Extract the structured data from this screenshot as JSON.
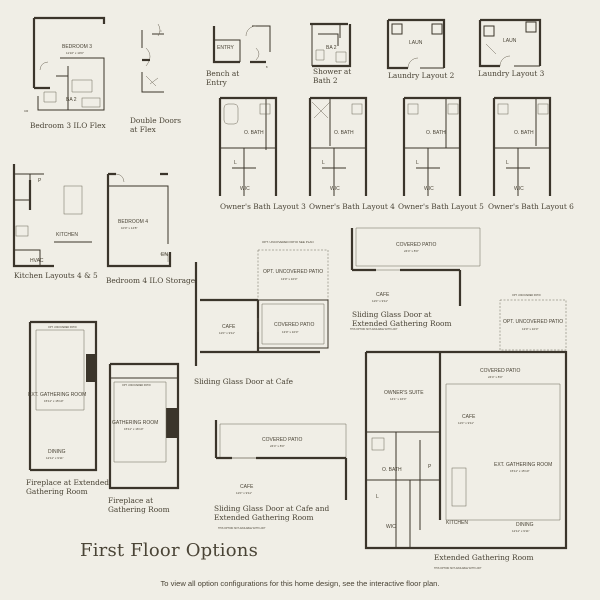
{
  "page": {
    "title": "First Floor Options",
    "footer_note": "To view all option configurations for this home design, see the interactive floor plan."
  },
  "captions": {
    "bedroom3_ilo_flex": "Bedroom 3 ILO Flex",
    "double_doors_flex": "Double Doors\nat Flex",
    "bench_entry": "Bench at\nEntry",
    "shower_bath2": "Shower at\nBath 2",
    "laundry2": "Laundry Layout 2",
    "laundry3": "Laundry Layout 3",
    "owners_bath3": "Owner's Bath Layout 3",
    "owners_bath4": "Owner's Bath Layout 4",
    "owners_bath5": "Owner's Bath Layout 5",
    "owners_bath6": "Owner's Bath Layout 6",
    "kitchen_layouts": "Kitchen Layouts 4 & 5",
    "bedroom4_storage": "Bedroom 4 ILO Storage",
    "sliding_cafe": "Sliding Glass Door at Cafe",
    "sliding_ext_gathering": "Sliding Glass Door at\nExtended Gathering Room",
    "fireplace_ext": "Fireplace at Extended\nGathering Room",
    "fireplace_gathering": "Fireplace at\nGathering Room",
    "sliding_cafe_ext": "Sliding Glass Door at Cafe and\nExtended Gathering Room",
    "ext_gathering_room": "Extended Gathering Room"
  },
  "rooms": {
    "bedroom3": "BEDROOM 3",
    "bedroom3_dim": "11'10\" x 10'0\"",
    "ba2": "BA 2",
    "entry": "ENTRY",
    "laun": "LAUN",
    "o_bath": "O. BATH",
    "wic": "WIC",
    "l": "L",
    "kitchen": "KITCHEN",
    "hvac": "HVAC",
    "p": "P",
    "bedroom4": "BEDROOM 4",
    "bedroom4_dim": "10'0\" x 14'8\"",
    "en": "EN",
    "opt_uncovered_patio": "OPT. UNCOVERED PATIO",
    "opt_uncovered_patio_dim": "13'0\" x 10'0\"",
    "cafe": "CAFE",
    "cafe_dim": "11'0\" x 9'11\"",
    "covered_patio": "COVERED PATIO",
    "covered_patio_dim": "13'0\" x 10'0\"",
    "covered_patio_wide_dim": "24'4\" x 8'0\"",
    "ext_gathering_room": "EXT. GATHERING ROOM",
    "ext_gathering_dim": "15'11\" x 15'10\"",
    "gathering_room": "GATHERING ROOM",
    "gathering_dim": "15'11\" x 16'10\"",
    "dining": "DINING",
    "dining_dim": "12'11\" x 9'11\"",
    "owners_suite": "OWNER'S SUITE",
    "owners_suite_dim": "14'1\" x 16'0\"",
    "not_available_loft": "THIS OPTION NOT AVAILABLE WITH LOFT",
    "note_optional": "OPT. UNCOVERED PATIO"
  }
}
